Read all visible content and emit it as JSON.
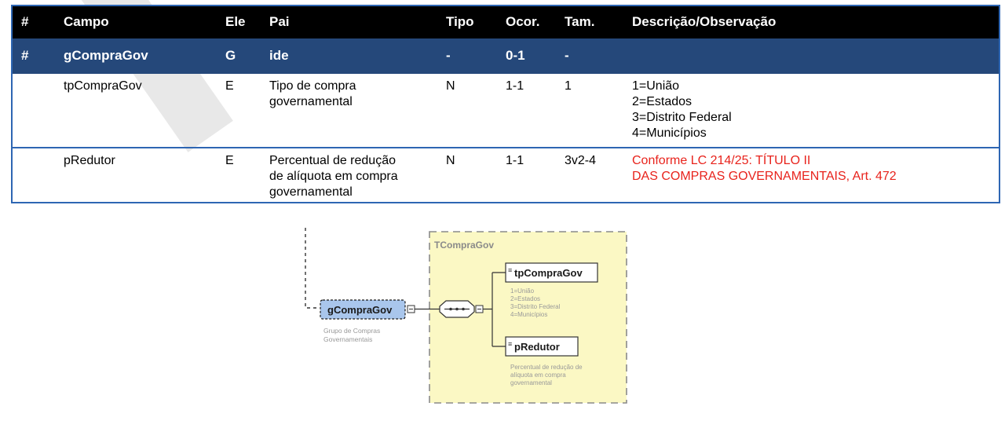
{
  "table": {
    "headers": [
      "#",
      "Campo",
      "Ele",
      "Pai",
      "Tipo",
      "Ocor.",
      "Tam.",
      "Descrição/Observação"
    ],
    "group_row": {
      "num": "#",
      "campo": "gCompraGov",
      "ele": "G",
      "pai": "ide",
      "tipo": "-",
      "ocor": "0-1",
      "tam": "-",
      "desc": ""
    },
    "rows": [
      {
        "num": "",
        "campo": "tpCompraGov",
        "ele": "E",
        "pai": "Tipo de compra\ngovernamental",
        "tipo": "N",
        "ocor": "1-1",
        "tam": "1",
        "desc": "1=União\n2=Estados\n3=Distrito Federal\n4=Municípios"
      },
      {
        "num": "",
        "campo": "pRedutor",
        "ele": "E",
        "pai": "Percentual de redução\nde alíquota em compra\ngovernamental",
        "tipo": "N",
        "ocor": "1-1",
        "tam": "3v2-4",
        "desc": "Conforme LC 214/25: TÍTULO II\nDAS COMPRAS GOVERNAMENTAIS, Art. 472"
      }
    ]
  },
  "diagram": {
    "type_name": "TCompraGov",
    "root": {
      "name": "gCompraGov",
      "doc_line1": "Grupo de Compras",
      "doc_line2": "Governamentais"
    },
    "el1": {
      "name": "tpCompraGov",
      "doc": [
        "1=União",
        "2=Estados",
        "3=Distrito Federal",
        "4=Municípios"
      ]
    },
    "el2": {
      "name": "pRedutor",
      "doc": [
        "Percentual de redução de",
        "alíquota em compra",
        "governamental"
      ]
    }
  },
  "colors": {
    "header_bg": "#000000",
    "group_bg": "#25487a",
    "border": "#2e66b3",
    "red_text": "#e8231c",
    "type_box_bg": "#fbf8c4",
    "root_box_bg": "#a9c6ec"
  }
}
